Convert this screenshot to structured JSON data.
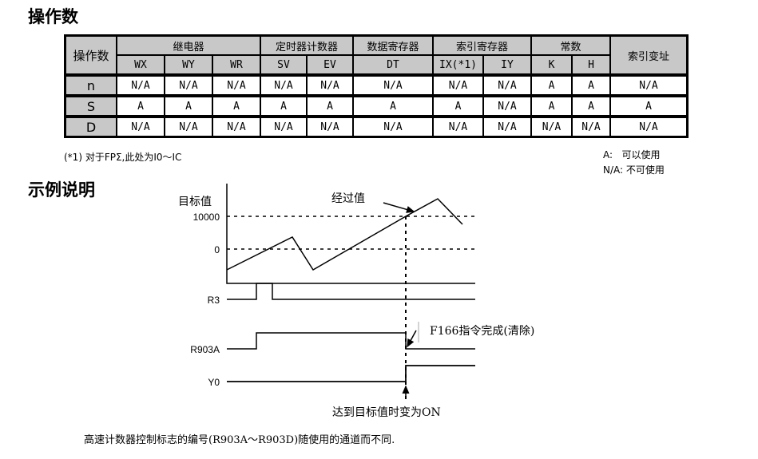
{
  "headings": {
    "operands": "操作数",
    "example": "示例说明"
  },
  "table": {
    "corner": "操作数",
    "groups": [
      "继电器",
      "定时器计数器",
      "数据寄存器",
      "索引寄存器",
      "常数",
      "索引变址"
    ],
    "columns": [
      "WX",
      "WY",
      "WR",
      "SV",
      "EV",
      "DT",
      "IX(*1)",
      "IY",
      "K",
      "H"
    ],
    "rows": [
      {
        "label": "n",
        "cells": [
          "N/A",
          "N/A",
          "N/A",
          "N/A",
          "N/A",
          "N/A",
          "N/A",
          "N/A",
          "A",
          "A",
          "N/A"
        ]
      },
      {
        "label": "S",
        "cells": [
          "A",
          "A",
          "A",
          "A",
          "A",
          "A",
          "A",
          "N/A",
          "A",
          "A",
          "A"
        ]
      },
      {
        "label": "D",
        "cells": [
          "N/A",
          "N/A",
          "N/A",
          "N/A",
          "N/A",
          "N/A",
          "N/A",
          "N/A",
          "N/A",
          "N/A",
          "N/A"
        ]
      }
    ]
  },
  "footnote": "(*1) 对于FPΣ,此处为I0～IC",
  "legend": {
    "a": "A:   可以使用",
    "na": "N/A: 不可使用"
  },
  "diagram": {
    "ylabel": "目标值",
    "tick_high": "10000",
    "tick_zero": "0",
    "elapsed": "经过值",
    "r3": "R3",
    "r903a": "R903A",
    "y0": "Y0",
    "f166": "F166指令完成(清除)",
    "on_note": "达到目标值时变为ON"
  },
  "note": "高速计数器控制标志的编号(R903A～R903D)随使用的通道而不同."
}
